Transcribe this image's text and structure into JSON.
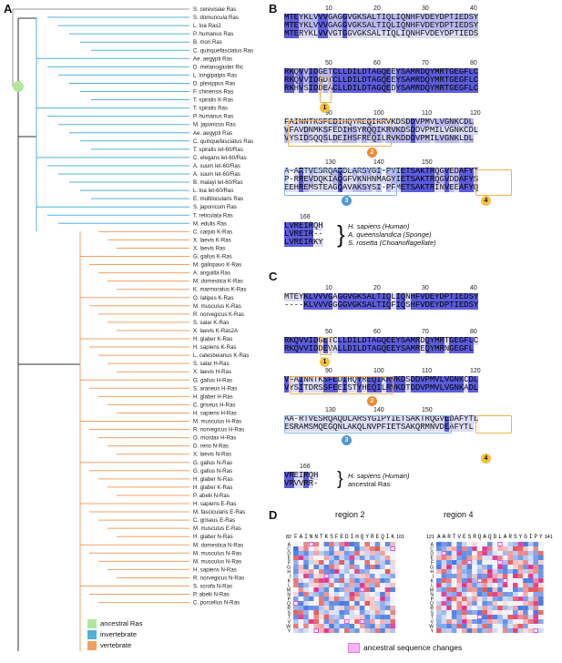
{
  "panels": {
    "a": "A",
    "b": "B",
    "c": "C",
    "d": "D"
  },
  "tree": {
    "taxa": [
      "S. cerevisiae Ras",
      "S. domuncula Ras",
      "L. loa Ras2",
      "P. humanus Ras",
      "B. mori Ras",
      "C. quinquefasciatus Ras",
      "Ae. aegypti Ras",
      "D. melanogaster Ric",
      "L. longipalpis Ras",
      "D. plexippus Ras",
      "F. chinensis Ras",
      "T. spiralis K-Ras",
      "T. spiralis Ras",
      "P. humanus Ras",
      "M. japonicus Ras",
      "Ae. aegypti Ras",
      "C. quinquefasciatus Ras",
      "T. spiralis let-60/Ras",
      "C. elegans let-60/Ras",
      "A. suum let-60/Ras",
      "A. suum let-60/Ras",
      "B. malayi let-60/Ras",
      "L. loa let-60/Ras",
      "E. multilocularis Ras",
      "S. japonicum Ras",
      "T. reticulata Ras",
      "M. edulis Ras",
      "C. carpio K-Ras",
      "X. laevis K-Ras",
      "X. laevis Ras",
      "G. gallus K-Ras",
      "M. gallopavo K-Ras",
      "A. anguilla Ras",
      "M. domestica K-Ras",
      "K. marmoratus K-Ras",
      "O. latipes K-Ras",
      "M. musculus K-Ras",
      "R. norvegicus K-Ras",
      "S. salar K-Ras",
      "X. laevis K-Ras2A",
      "H. glaber K-Ras",
      "H. sapiens K-Ras",
      "L. catesbeianus K-Ras",
      "S. salar H-Ras",
      "X. laevis H-Ras",
      "G. gallus H-Ras",
      "S. araneus H-Ras",
      "H. glaber H-Ras",
      "C. griseus H-Ras",
      "H. sapiens H-Ras",
      "M. musculus H-Ras",
      "R. norvegicus H-Ras",
      "O. mordax H-Ras",
      "D. rerio N-Ras",
      "X. laevis N-Ras",
      "G. gallus N-Ras",
      "G. gallus N-Ras",
      "H. glaber N-Ras",
      "H. glaber K-Ras",
      "P. abelii N-Ras",
      "H. sapiens E-Ras",
      "M. fascicularis E-Ras",
      "C. griseus E-Ras",
      "M. musculus E-Ras",
      "H. glaber N-Ras",
      "M. domestica N-Ras",
      "M. musculus N-Ras",
      "M. musculus N-Ras",
      "H. sapiens N-Ras",
      "R. norvegicus N-Ras",
      "S. scrofa N-Ras",
      "P. abelii N-Ras",
      "C. porcellus N-Ras"
    ],
    "legend": {
      "ancestral": "ancestral Ras",
      "invertebrate": "invertebrate",
      "vertebrate": "vertebrate"
    },
    "colors": {
      "ancestral": "#aee89a",
      "invertebrate": "#4fb3d9",
      "vertebrate": "#f0a060"
    }
  },
  "alignB": {
    "ticks": [
      [
        "10",
        "20",
        "30",
        "40"
      ],
      [
        "50",
        "60",
        "70",
        "80"
      ],
      [
        "90",
        "100",
        "110",
        "120"
      ],
      [
        "130",
        "140",
        "150"
      ],
      [
        "166"
      ]
    ],
    "blocks": [
      [
        "MTEYKLVVVGAGGVGKSALTIQLIQNHFVDEYDPTIEDSY",
        "MTEYKLVVVGAGGVGKSALTIQLIQNHFVDEYDPTIEDSY",
        "MTERYKLVVVGTGGVGKSALTIQLIQNHFVDEYDPTIEDS"
      ],
      [
        "RKQVVIDGETCLLDILDTAGQEEYSAMRDQYMRTGEGFLC",
        "RKQVVIDGDTCLLDILDTAGQEEYSAMRDQYMRTGEGFLC",
        "RKHVSIDDEACLLDILDTAGQEDYSAMRDQYMRTGEGFLC"
      ],
      [
        "FAINNTKSFEDIHQYREQIKRVKDSDDVPMVLVGNKCDL",
        "VFAVDNMKSFEDIHSYRQQIKRVKDSDDVPMILVGNKCDL",
        "VYSIDSQQSLDEIHSFREQILRVKDDDVPMILVGNKLDL"
      ],
      [
        "A-ARTVESRQAQDLARSYGI-PYIETSAKTRQGVEDAFYT",
        "P-RREVDQKIAQGFVKNHNMAGYIETSAKTRQGVDDAFYS",
        "EEHREMSTEAGQAVAKSYSI-PFMETSAKTRINVEEAFYQ"
      ],
      [
        "LVREIRQH",
        "LVREIR--",
        "LVREIRKY"
      ]
    ],
    "species": [
      "H. sapiens (Human)",
      "A. queenslandica (Sponge)",
      "S. rosetta (Choanoflagellate)"
    ]
  },
  "alignC": {
    "ticks": [
      [
        "10",
        "20",
        "30",
        "40"
      ],
      [
        "50",
        "60",
        "70",
        "80"
      ],
      [
        "90",
        "100",
        "110",
        "120"
      ],
      [
        "130",
        "140",
        "150"
      ],
      [
        "166"
      ]
    ],
    "blocks": [
      [
        "MTEYKLVVVGAGGVGKSALTIQLIQNHFVDEYDPTIEDSY",
        "----KLVVVGGGGVGKSALTIQFIQSHFVDEYDPTIEDSY"
      ],
      [
        "RKQVVIDGETCLLDILDTAGQEEYSAMRDQYMRTGEGFLC",
        "RKQVVIDDEVALLDILDTAGQEEYSAMREQYMRNGEGFL"
      ],
      [
        "VFAINNTKSFEDIHQYREQIKRVKDSDDVPMVLVGNKCDL",
        "VYSITDRSSFEEISTYHEQILRVKDTDDVPMVLVGNKADL"
      ],
      [
        "AA-RTVESRQAQDLARSYGIPYIETSAKTRQGVEDAFYTL",
        "ESRAMSMQEGQNLAKQLNVPFIETSAKQRMNVDEAFYTL"
      ],
      [
        "VREIRQH",
        "VRVVRR-"
      ]
    ],
    "species": [
      "H. sapiens (Human)",
      "ancestral Ras"
    ]
  },
  "regions": {
    "r1": "1",
    "r2": "2",
    "r3": "3",
    "r4": "4"
  },
  "heatmaps": {
    "left": {
      "title": "region 2",
      "seq": "FAINNTKSFEDIHQYREQIK",
      "start": "82",
      "end": "101"
    },
    "right": {
      "title": "region 4",
      "seq": "AARTVESRQAQDLARSYGIPY",
      "start": "121",
      "end": "141"
    },
    "rows": "ACDEFGHIKLMNPQRSTVWY",
    "legend": "ancestral sequence changes"
  }
}
